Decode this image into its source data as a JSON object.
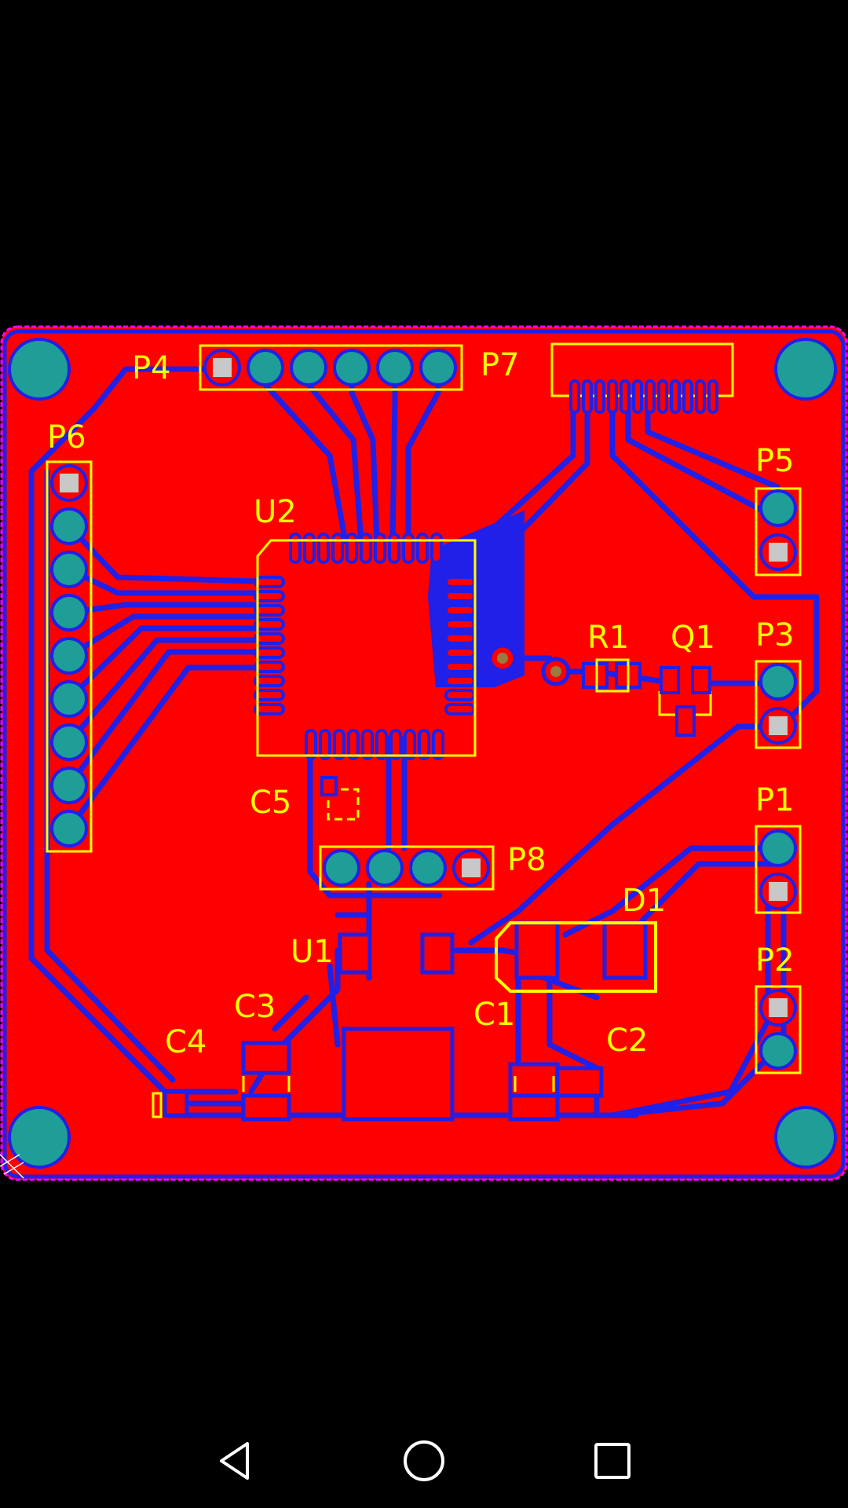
{
  "colors": {
    "background": "#000000",
    "board_copper": "#FF0000",
    "trace": "#2020E8",
    "silkscreen": "#FFFF00",
    "pad": "#1E9E96",
    "pad_square": "#C8C8C8",
    "board_outline": "#FF00FF"
  },
  "designators": {
    "p4": "P4",
    "p7": "P7",
    "p6": "P6",
    "p5": "P5",
    "u2": "U2",
    "r1": "R1",
    "q1": "Q1",
    "p3": "P3",
    "c5": "C5",
    "p1": "P1",
    "p8": "P8",
    "d1": "D1",
    "u1": "U1",
    "p2": "P2",
    "c3": "C3",
    "c1": "C1",
    "c4": "C4",
    "c2": "C2"
  },
  "navigation": {
    "back_icon": "triangle-back-icon",
    "home_icon": "circle-home-icon",
    "recents_icon": "square-recents-icon"
  }
}
